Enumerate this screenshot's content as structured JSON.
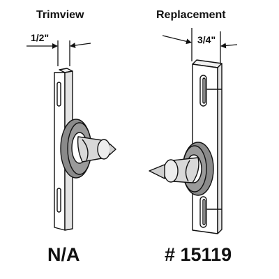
{
  "left_part": {
    "heading": "Trimview",
    "dimension": "1/2\"",
    "code": "N/A"
  },
  "right_part": {
    "heading": "Replacement",
    "dimension": "3/4\"",
    "code": "# 15119"
  },
  "colors": {
    "line": "#111111",
    "plate": "#ffffff",
    "washer": "#8a8a8a",
    "pin": "#d8d8d8"
  }
}
